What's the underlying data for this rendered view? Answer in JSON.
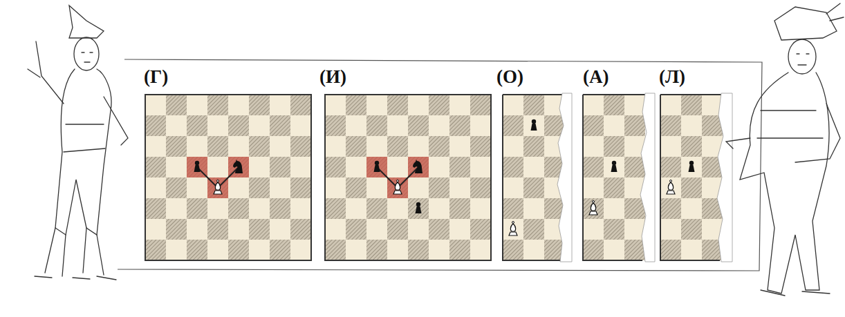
{
  "diagram": {
    "labels": [
      "(Г)",
      "(И)",
      "(О)",
      "(А)",
      "(Л)"
    ]
  }
}
